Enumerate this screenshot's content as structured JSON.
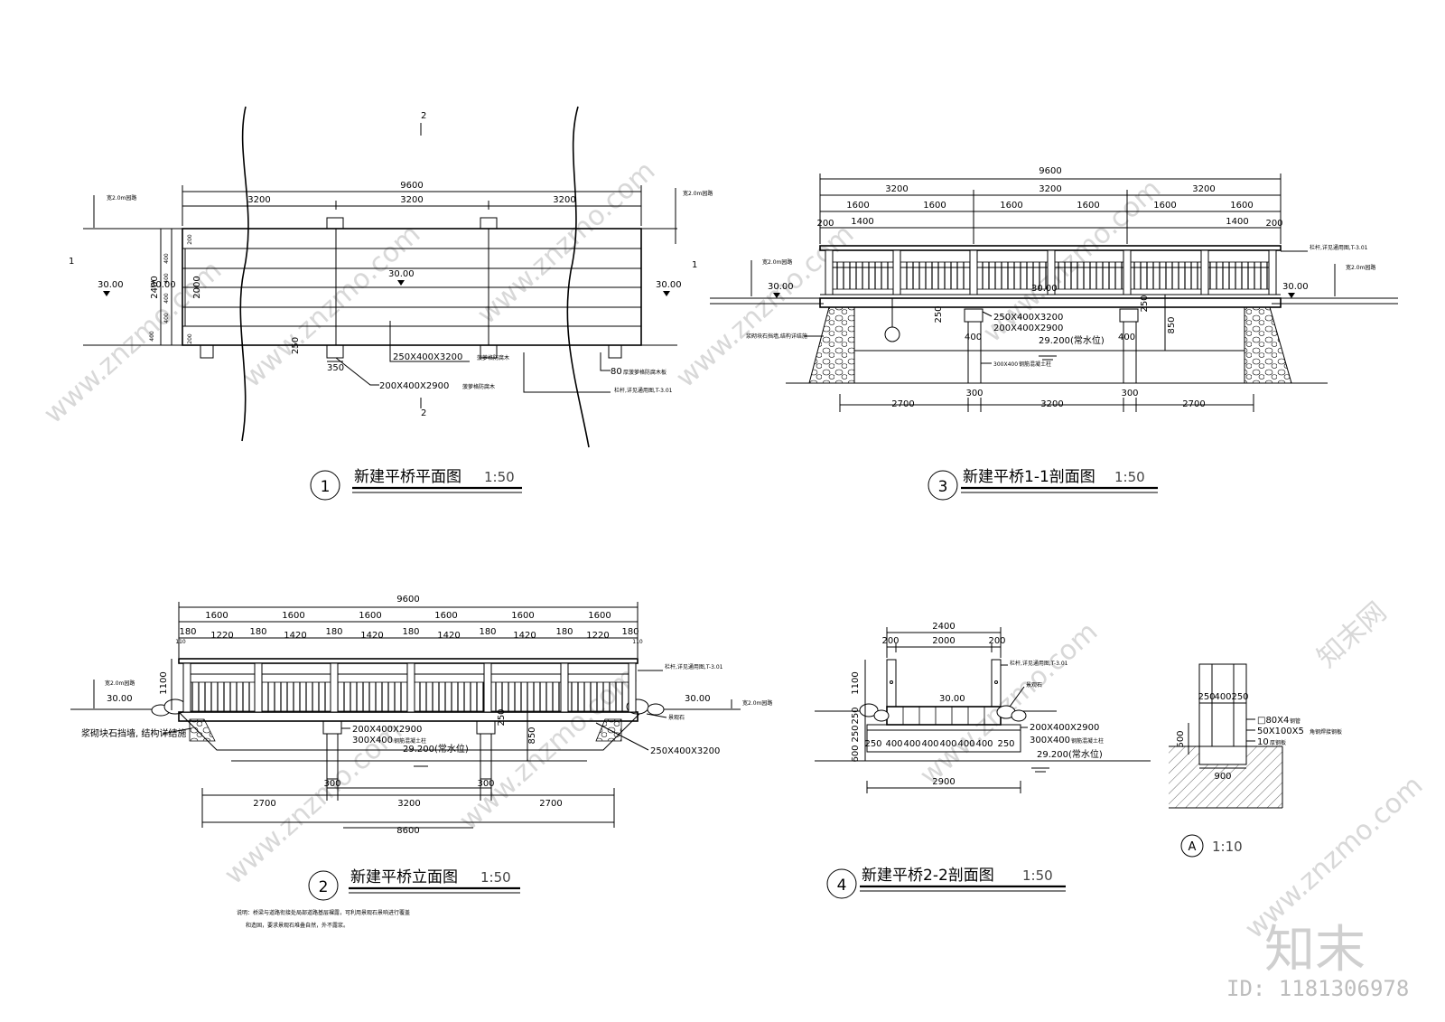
{
  "plan": {
    "title": "新建平桥平面图",
    "scale": "1:50",
    "num": "1",
    "section_mark": "2",
    "section_mark_side": "1",
    "dim_total": "9600",
    "dim_spans": [
      "3200",
      "3200",
      "3200"
    ],
    "width_total": "2400",
    "width_inner": "2000",
    "left_dims": [
      "200",
      "400",
      "400",
      "400",
      "400",
      "400",
      "200"
    ],
    "elev_left": "30.00",
    "elev_center": "30.00",
    "elev_right": "30.00",
    "elev_inner": "30.00",
    "pier_w": "250",
    "pier_l": "350",
    "road_left": "宽2.0m园路",
    "road_right": "宽2.0m园路",
    "note_beam": "250X400X3200",
    "note_beam_desc": "菠萝格防腐木",
    "note_cap": "200X400X2900",
    "note_cap_desc": "菠萝格防腐木",
    "note_stone": "80",
    "note_stone_desc": "厚菠萝格防腐木板",
    "note_rail": "栏杆,详见通用图,T-3.01"
  },
  "section11": {
    "title": "新建平桥1-1剖面图",
    "scale": "1:50",
    "num": "3",
    "dim_total": "9600",
    "dim_spans": [
      "3200",
      "3200",
      "3200"
    ],
    "dim_sub": [
      "1600",
      "1600",
      "1600",
      "1600",
      "1600",
      "1600"
    ],
    "dim_ends": [
      "200",
      "1400",
      "1400",
      "200"
    ],
    "elev_left": "30.00",
    "elev_center": "30.00",
    "elev_right": "30.00",
    "elev_water": "29.200(常水位)",
    "bottom_dims": [
      "2700",
      "300",
      "3200",
      "300",
      "2700"
    ],
    "h_250": "250",
    "h_850": "850",
    "h_400": "400",
    "road_left": "宽2.0m园路",
    "road_right": "宽2.0m园路",
    "note_rail": "栏杆,详见通用图,T-3.01",
    "note_beam": "250X400X3200",
    "note_cap": "200X400X2900",
    "note_pier": "300X400",
    "note_pier_desc": "钢筋混凝土柱",
    "note_wall": "浆砌块石挡墙,结构详结施"
  },
  "elevation": {
    "title": "新建平桥立面图",
    "scale": "1:50",
    "num": "2",
    "dim_total": "9600",
    "dim_sub": [
      "1600",
      "1600",
      "1600",
      "1600",
      "1600",
      "1600"
    ],
    "dim_detail": [
      "110",
      "180",
      "1220",
      "180",
      "1420",
      "180",
      "1420",
      "180",
      "1420",
      "180",
      "1420",
      "180",
      "1220",
      "180",
      "110"
    ],
    "h_1100": "1100",
    "elev_left": "30.00",
    "elev_right": "30.00",
    "elev_water": "29.200(常水位)",
    "bottom_dims": [
      "2700",
      "300",
      "3200",
      "300",
      "2700"
    ],
    "total_bottom": "8600",
    "h_250": "250",
    "h_850": "850",
    "road_left": "宽2.0m园路",
    "road_right": "宽2.0m园路",
    "note_rail": "栏杆,详见通用图,T-3.01",
    "note_cap": "200X400X2900",
    "note_pier": "300X400",
    "note_pier_desc": "钢筋混凝土柱",
    "note_beam": "250X400X3200",
    "note_stone": "景观石",
    "note_wall": "浆砌块石挡墙, 结构详结施",
    "remark_1": "说明：桥梁与道路衔接处局部道路基层裸露，可利用景观石景响进行覆盖",
    "remark_2": "和造固，要求景观石堆叠自然，外不露浆。"
  },
  "section22": {
    "title": "新建平桥2-2剖面图",
    "scale": "1:50",
    "num": "4",
    "dim_total": "2400",
    "dim_sub": [
      "200",
      "2000",
      "200"
    ],
    "h_1100": "1100",
    "h_250a": "250",
    "h_250b": "250",
    "h_600": "600",
    "elev_top": "30.00",
    "elev_water": "29.200(常水位)",
    "deck_dims": [
      "250",
      "400",
      "400",
      "400",
      "400",
      "400",
      "400",
      "250"
    ],
    "bottom_dim": "2900",
    "note_rail": "栏杆,详见通用图,T-3.01",
    "note_stone": "景观石",
    "note_cap": "200X400X2900",
    "note_pier": "300X400",
    "note_pier_desc": "钢筋混凝土柱"
  },
  "detailA": {
    "label": "A",
    "scale": "1:10",
    "dims_top": [
      "250",
      "400",
      "250"
    ],
    "h_500": "500",
    "w_900": "900",
    "note_1": "□80X4",
    "note_1_desc": "钢管",
    "note_2": "50X100X5",
    "note_2_desc": "角钢焊接钢板",
    "note_3": "10",
    "note_3_desc": "厚钢板"
  },
  "watermark": {
    "text": "www.znzmo.com",
    "brand": "知末网",
    "logo": "知末",
    "id": "ID: 1181306978"
  }
}
